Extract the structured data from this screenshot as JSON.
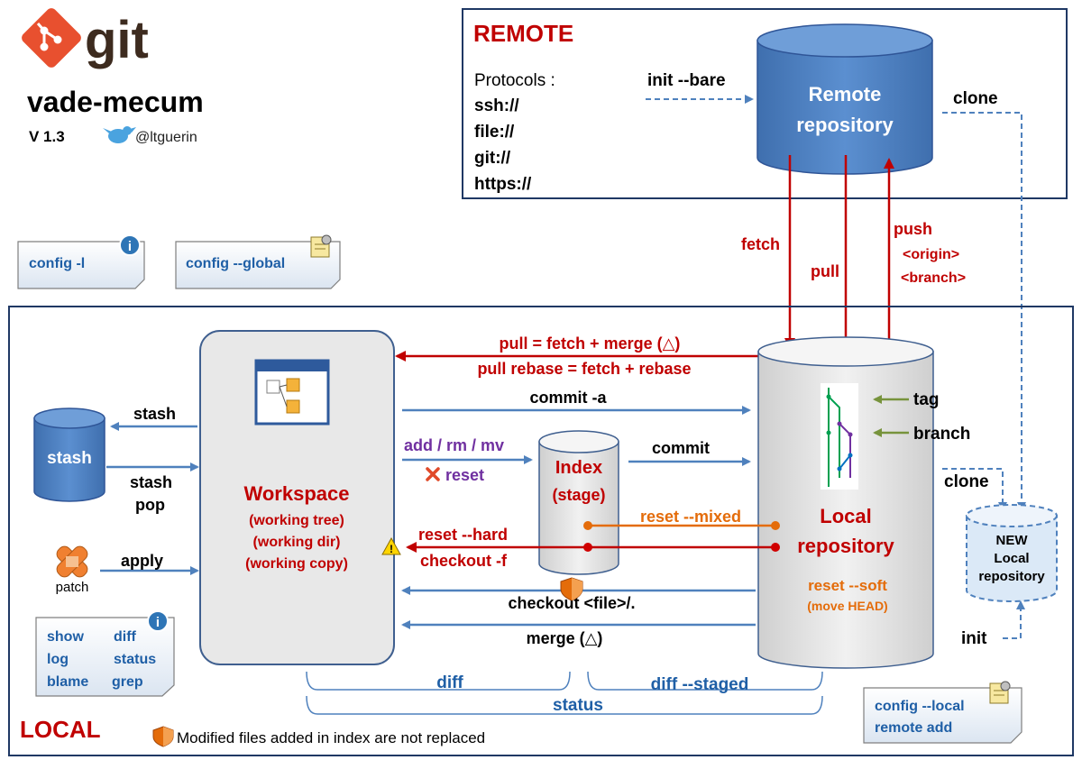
{
  "colors": {
    "dark_red": "#c00000",
    "red": "#d00000",
    "blue": "#4f81bd",
    "text_blue": "#1f5fa6",
    "orange": "#e46c0a",
    "green": "#77933c",
    "purple": "#7030a0",
    "git_red": "#e8502f",
    "logo_brown": "#3d2b1f",
    "box_border": "#1f3864"
  },
  "header": {
    "logo_word": "git",
    "title": "vade-mecum",
    "version": "V 1.3",
    "twitter_handle": "@ltguerin",
    "icons": [
      "git-logo-icon",
      "twitter-bird-icon"
    ]
  },
  "remote": {
    "label": "REMOTE",
    "protocols_label": "Protocols :",
    "protocols": [
      "ssh://",
      "file://",
      "git://",
      "https://"
    ],
    "init_bare": "init --bare",
    "repository_line1": "Remote",
    "repository_line2": "repository",
    "clone": "clone"
  },
  "config_notes": {
    "config_l": "config  -l",
    "config_global": "config  --global",
    "icons": [
      "info-icon",
      "settings-note-icon"
    ]
  },
  "sync": {
    "fetch": "fetch",
    "pull": "pull",
    "push": "push",
    "origin": "<origin>",
    "branch": "<branch>"
  },
  "local": {
    "label": "LOCAL",
    "pull_eq": "pull = fetch + merge (△)",
    "pull_rebase": "pull rebase = fetch + rebase",
    "commit_a": "commit  -a",
    "add_rm_mv": "add / rm / mv",
    "reset": "reset",
    "commit": "commit",
    "reset_mixed": "reset  --mixed",
    "reset_hard": "reset --hard",
    "checkout_f": "checkout -f",
    "checkout_file": "checkout <file>/.",
    "merge": "merge (△)",
    "diff": "diff",
    "diff_staged": "diff --staged",
    "status": "status",
    "footnote": "Modified files added in index are not replaced"
  },
  "workspace": {
    "title": "Workspace",
    "line1": "(working  tree)",
    "line2": "(working  dir)",
    "line3": "(working  copy)"
  },
  "index": {
    "title": "Index",
    "subtitle": "(stage)"
  },
  "local_repo": {
    "line1": "Local",
    "line2": "repository",
    "reset_soft": "reset  --soft",
    "move_head": "(move HEAD)",
    "tag": "tag",
    "branch": "branch",
    "clone": "clone",
    "init": "init"
  },
  "new_repo": {
    "line1": "NEW",
    "line2": "Local",
    "line3": "repository"
  },
  "stash": {
    "label": "stash",
    "stash_cmd": "stash",
    "stash_pop_1": "stash",
    "stash_pop_2": "pop"
  },
  "patch": {
    "label": "patch",
    "apply": "apply"
  },
  "notes_local": {
    "show": "show",
    "diff": "diff",
    "log": "log",
    "status": "status",
    "blame": "blame",
    "grep": "grep",
    "config_local": "config  --local",
    "remote_add": "remote  add"
  }
}
